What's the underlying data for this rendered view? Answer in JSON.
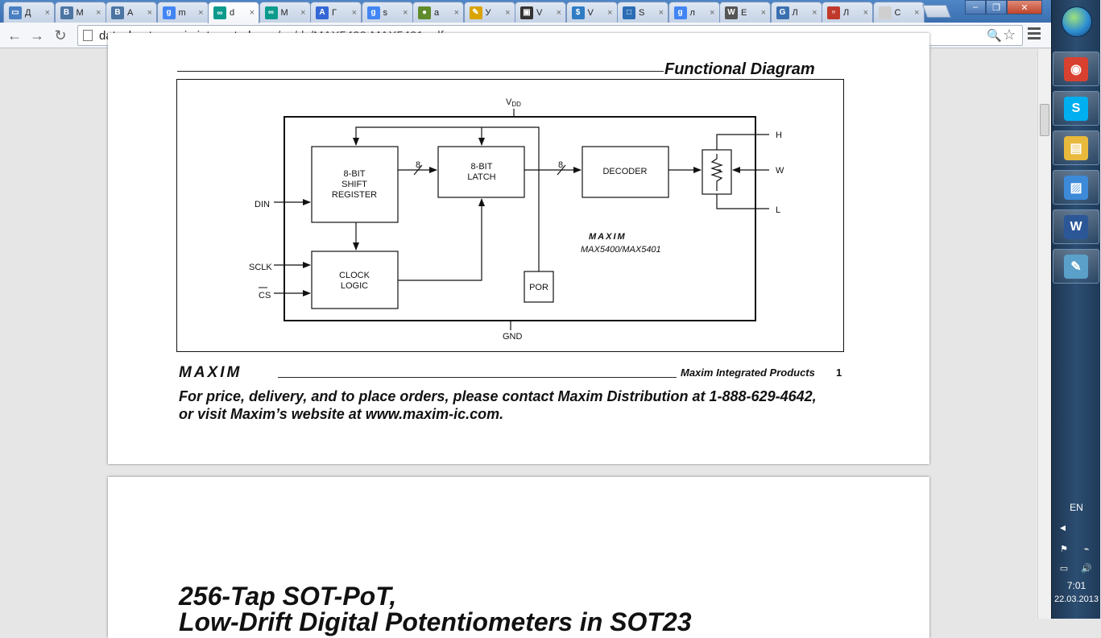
{
  "browser": {
    "tabs": [
      {
        "title": "Д",
        "icon": "chat-icon",
        "color": "#4a7fc1",
        "glyph": "▭"
      },
      {
        "title": "М",
        "icon": "vk-icon",
        "color": "#4c75a3",
        "glyph": "B"
      },
      {
        "title": "А",
        "icon": "vk-icon",
        "color": "#4c75a3",
        "glyph": "B"
      },
      {
        "title": "m",
        "icon": "google-icon",
        "color": "#4285f4",
        "glyph": "g"
      },
      {
        "title": "d",
        "icon": "maxim-icon",
        "color": "#0a9b8d",
        "glyph": "∞"
      },
      {
        "title": "М",
        "icon": "maxim-icon",
        "color": "#0a9b8d",
        "glyph": "∞"
      },
      {
        "title": "Г",
        "icon": "translate-icon",
        "color": "#3367d6",
        "glyph": "A"
      },
      {
        "title": "s",
        "icon": "google-icon",
        "color": "#4285f4",
        "glyph": "g"
      },
      {
        "title": "a",
        "icon": "chrome-store-icon",
        "color": "#5f8b2a",
        "glyph": "●"
      },
      {
        "title": "У",
        "icon": "pencil-icon",
        "color": "#d9a400",
        "glyph": "✎"
      },
      {
        "title": "V",
        "icon": "film-icon",
        "color": "#333333",
        "glyph": "▣"
      },
      {
        "title": "V",
        "icon": "dollar-icon",
        "color": "#2f7cc4",
        "glyph": "$"
      },
      {
        "title": "S",
        "icon": "window-icon",
        "color": "#2b6cb5",
        "glyph": "□"
      },
      {
        "title": "л",
        "icon": "google-icon",
        "color": "#4285f4",
        "glyph": "g"
      },
      {
        "title": "E",
        "icon": "wikipedia-icon",
        "color": "#555555",
        "glyph": "W"
      },
      {
        "title": "Л",
        "icon": "chart-icon",
        "color": "#3a6fb0",
        "glyph": "G"
      },
      {
        "title": "Л",
        "icon": "tooth-icon",
        "color": "#c0392b",
        "glyph": "♅"
      },
      {
        "title": "С",
        "icon": "blank-page-icon",
        "color": "#cfcfcf",
        "glyph": ""
      }
    ],
    "active_tab": 4,
    "url_host": "datasheets.maximintegrated.com",
    "url_path": "/en/ds/MAX5400-MAX5401.pdf"
  },
  "pdf": {
    "section_title": "Functional Diagram",
    "diagram": {
      "vdd": "V",
      "vdd_sub": "DD",
      "gnd": "GND",
      "shift_register": [
        "8-BIT",
        "SHIFT",
        "REGISTER"
      ],
      "latch": [
        "8-BIT",
        "LATCH"
      ],
      "decoder": "DECODER",
      "clock_logic": [
        "CLOCK",
        "LOGIC"
      ],
      "por": "POR",
      "bus_width_1": "8",
      "bus_width_2": "8",
      "din": "DIN",
      "sclk": "SCLK",
      "cs": "CS",
      "h": "H",
      "w": "W",
      "l": "L",
      "logo": "MAXIM",
      "part": "MAX5400/MAX5401"
    },
    "footer": {
      "logo": "MAXIM",
      "company": "Maxim Integrated Products",
      "page_number": "1"
    },
    "contact_line1": "For price, delivery, and to place orders, please contact Maxim Distribution at 1-888-629-4642,",
    "contact_line2": "or visit Maxim’s website at www.maxim-ic.com.",
    "page2_title_line1": "256-Tap SOT-PoT,",
    "page2_title_line2": "Low-Drift Digital Potentiometers in SOT23"
  },
  "taskbar": {
    "apps": [
      {
        "name": "chrome",
        "icon": "chrome-icon",
        "color": "#d8412f",
        "glyph": "◉"
      },
      {
        "name": "skype",
        "icon": "skype-icon",
        "color": "#00aff0",
        "glyph": "S"
      },
      {
        "name": "explorer",
        "icon": "folder-icon",
        "color": "#e8b93c",
        "glyph": "▤"
      },
      {
        "name": "photos",
        "icon": "picture-icon",
        "color": "#3c8ad8",
        "glyph": "▨"
      },
      {
        "name": "word",
        "icon": "word-icon",
        "color": "#2b5797",
        "glyph": "W"
      },
      {
        "name": "notepad",
        "icon": "notepad-icon",
        "color": "#5aa0c8",
        "glyph": "✎"
      }
    ],
    "language": "EN",
    "time": "7:01",
    "date": "22.03.2013"
  }
}
